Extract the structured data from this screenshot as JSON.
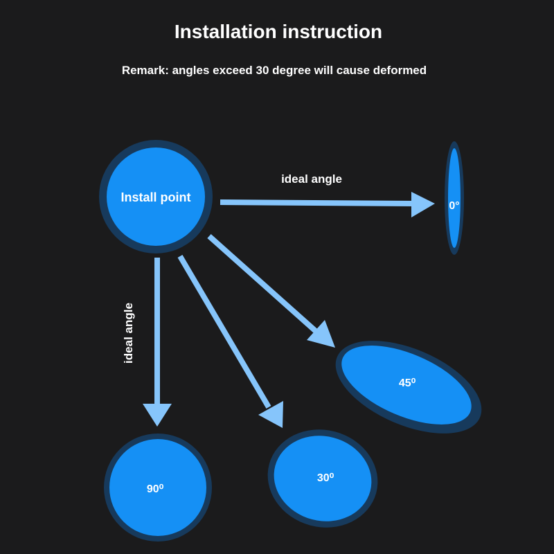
{
  "title": "Installation instruction",
  "remark": "Remark: angles exceed 30 degree will cause deformed",
  "install_point": "Install point",
  "ideal_angle_horizontal": "ideal angle",
  "ideal_angle_vertical": "ideal angle",
  "angles": {
    "deg0": "0°",
    "deg45": "45⁰",
    "deg30": "30⁰",
    "deg90": "90⁰"
  },
  "colors": {
    "background": "#1b1b1c",
    "circle_fill": "#1590f5",
    "circle_rim": "#173a5c",
    "arrow": "#86c5fb",
    "text": "#ffffff"
  }
}
